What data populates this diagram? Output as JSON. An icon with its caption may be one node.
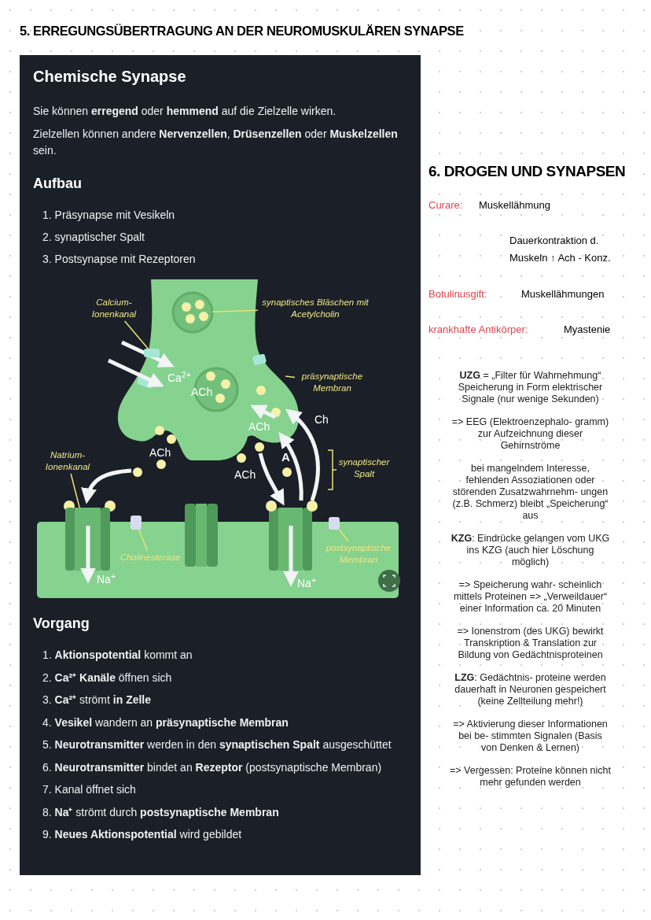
{
  "diagram": {
    "title": "5. ERREGUNGSÜBERTRAGUNG AN DER NEUROMUSKULÄREN SYNAPSE",
    "nodes": [
      {
        "text": [
          "Calcium- Ionenkanal"
        ]
      },
      {
        "text": [],
        "shape": "box"
      },
      {
        "text": [
          "synaptisches Bläschen mit Acetylcholin"
        ]
      },
      {
        "text": [],
        "shape": "circle"
      },
      {
        "text": [
          "präsynaptische Membran"
        ]
      },
      {
        "text": [
          "Natrium- Ionenkanal"
        ]
      },
      {
        "text": [],
        "shape": "picture"
      },
      {
        "text": [
          "Cholinesterase"
        ]
      },
      {
        "text": [],
        "shape": "box"
      },
      {
        "text": [
          "postsynaptische Membran"
        ]
      },
      {
        "text": [],
        "shape": "box"
      }
    ],
    "edges": [
      {
        "from": 0,
        "to": 1,
        "arrow": "none"
      },
      {
        "from": 2,
        "to": 3,
        "arrow": "none"
      },
      {
        "from": 4,
        "to": null,
        "arrow": "none"
      },
      {
        "from": 5,
        "to": 6,
        "arrow": "none"
      },
      {
        "from": 7,
        "to": 8,
        "arrow": "none"
      },
      {
        "from": 9,
        "to": 10,
        "arrow": "none"
      }
    ],
    "labels": [
      "Chemische Synapse",
      "Sie können **erregend** oder **hemmend** auf die Zielzelle wirken.",
      "Zielzellen können andere **Nervenzellen**, **Drüsenzellen** oder **Muskelzellen** sein.",
      "Aufbau",
      "1. Präsynapse mit Vesikeln",
      "2. synaptischer Spalt",
      "3. Postsynapse mit Rezeptoren",
      "Ca$^{2+}$",
      "ACh",
      "ACh",
      "Ch",
      "ACh",
      "A",
      "ACh",
      "synaptischer Spalt",
      "Na$^{+}$",
      "Na$^{+}$",
      "Vorgang",
      "1. **Aktionspotential** kommt an",
      "2. **Ca²⁺ Kanäle** öffnen sich",
      "3. **Ca²⁺** strömt **in Zelle**",
      "4. **Vesikel** wandern an **präsynaptische Membran**",
      "5. **Neurotransmitter** werden in den **synaptischen Spalt** ausgeschüttet",
      "6. **Neurotransmitter** bindet an **Rezeptor** (postsynaptische Membran)",
      "7. Kanal öffnet sich",
      "8. **Na⁺** strömt durch **postsynaptische Membran**",
      "9. **Neues Aktionspotential** wird gebildet",
      "6. DROGEN UND SYNAPSEN",
      "Curare:",
      "Muskellähmung",
      "Dauerkontraktion d. Muskeln ↑ Ach - Konz.",
      "Botulinusgift:",
      "Muskellähmungen",
      "krankhafte Antikörper:",
      "Myastenie",
      "**UZG** = „Filter für Wahrnehmung“ Speicherung in Form elektrischer Signale (nur wenige Sekunden)",
      "=> EEG (Elektroenzephalo- gramm) zur Aufzeichnung dieser Gehirnströme",
      "bei mangelndem Interesse, fehlenden Assoziationen oder störenden Zusatzwahrnehm- ungen (z.B. Schmerz) bleibt „Speicherung“ aus",
      "**KZG**: Eindrücke gelangen vom UKG ins KZG (auch hier Löschung möglich)",
      "=> Speicherung wahr- scheinlich mittels Proteinen => „Verweildauer“ einer Information ca. 20 Minuten",
      "=> Ionenstrom (des UKG) bewirkt Transkription & Translation zur Bildung von Gedächtnisproteinen",
      "**LZG**: Gedächtnis- proteine werden dauerhaft in Neuronen gespeichert (keine Zellteilung mehr!)",
      "=> Aktivierung dieser Informationen bei be- stimmten Signalen (Basis von Denken & Lernen)",
      "=> Vergessen: Proteine können nicht mehr gefunden werden"
    ]
  }
}
